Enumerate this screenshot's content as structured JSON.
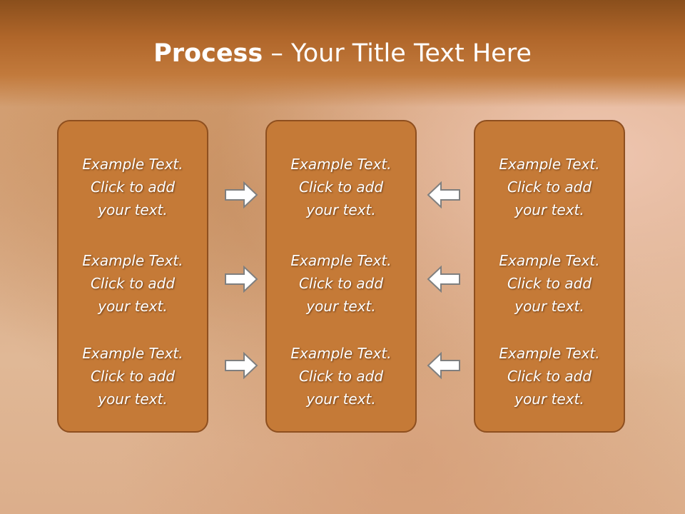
{
  "title": {
    "bold": "Process",
    "rest": " – Your Title Text Here"
  },
  "columns": [
    {
      "items": [
        {
          "l1": "Example Text.",
          "l2": "Click  to add",
          "l3": "your text."
        },
        {
          "l1": "Example Text.",
          "l2": "Click  to add",
          "l3": "your text."
        },
        {
          "l1": "Example Text.",
          "l2": "Click  to add",
          "l3": "your text."
        }
      ]
    },
    {
      "items": [
        {
          "l1": "Example Text.",
          "l2": "Click  to add",
          "l3": "your text."
        },
        {
          "l1": "Example Text.",
          "l2": "Click  to add",
          "l3": "your text."
        },
        {
          "l1": "Example Text.",
          "l2": "Click  to add",
          "l3": "your text."
        }
      ]
    },
    {
      "items": [
        {
          "l1": "Example Text.",
          "l2": "Click  to add",
          "l3": "your text."
        },
        {
          "l1": "Example Text.",
          "l2": "Click  to add",
          "l3": "your text."
        },
        {
          "l1": "Example Text.",
          "l2": "Click  to add",
          "l3": "your text."
        }
      ]
    }
  ],
  "colors": {
    "box_fill": "#c57a37",
    "box_border": "#8e4f1f",
    "title_bar": "#b0662a",
    "arrow_fill": "#ffffff",
    "arrow_stroke": "#7f7f7f"
  },
  "icons": {
    "left_arrows": "arrow-right-icon",
    "right_arrows": "arrow-left-icon"
  }
}
